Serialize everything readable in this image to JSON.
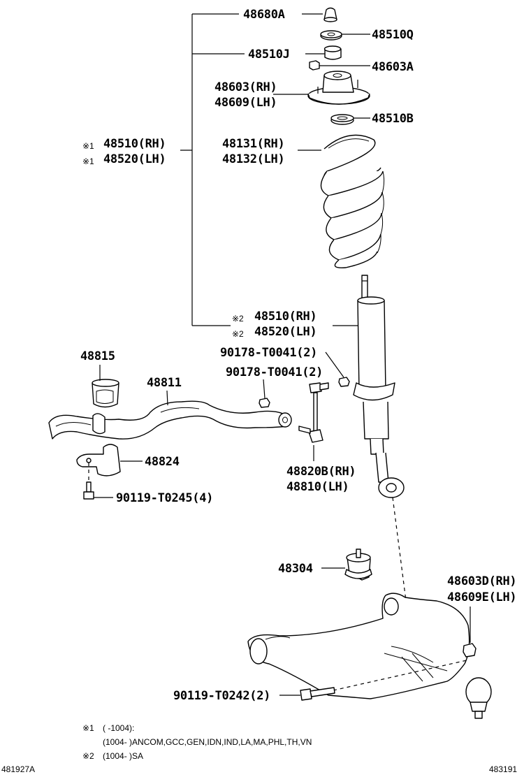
{
  "labels": {
    "p48680A": "48680A",
    "p48510Q": "48510Q",
    "p48510J": "48510J",
    "p48603A": "48603A",
    "p48603RH": "48603(RH)",
    "p48609LH": "48609(LH)",
    "p48510B": "48510B",
    "p48510RH_mark": "※1",
    "p48510RH": "48510(RH)",
    "p48520LH_mark": "※1",
    "p48520LH": "48520(LH)",
    "p48131RH": "48131(RH)",
    "p48132LH": "48132(LH)",
    "p48510RH2_mark": "※2",
    "p48510RH2": "48510(RH)",
    "p48520LH2_mark": "※2",
    "p48520LH2": "48520(LH)",
    "p48815": "48815",
    "p48811": "48811",
    "p90178a": "90178-T0041(2)",
    "p90178b": "90178-T0041(2)",
    "p48824": "48824",
    "p48820B": "48820B(RH)",
    "p48810": "48810(LH)",
    "p90119a": "90119-T0245(4)",
    "p48304": "48304",
    "p48603D": "48603D(RH)",
    "p48609E": "48609E(LH)",
    "p90119b": "90119-T0242(2)"
  },
  "notes": {
    "n1_mark": "※1",
    "n1_text": "(      -1004):",
    "n1b_text": "(1004-      )ANCOM,GCC,GEN,IDN,IND,LA,MA,PHL,TH,VN",
    "n2_mark": "※2",
    "n2_text": "(1004-      )SA"
  },
  "corner": {
    "left": "481927A",
    "right": "483191"
  }
}
